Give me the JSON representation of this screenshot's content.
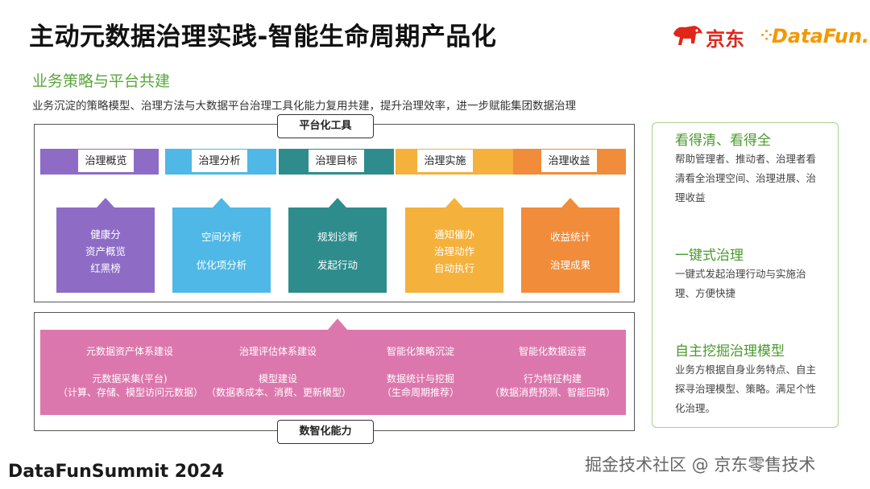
{
  "title": "主动元数据治理实践-智能生命周期产品化",
  "logos": {
    "jd": "京东",
    "datafun": "DataFun."
  },
  "subtitle": "业务策略与平台共建",
  "description": "业务沉淀的策略模型、治理方法与大数据平台治理工具化能力复用共建，提升治理效率，进一步赋能集团数据治理",
  "platform_tools": {
    "label": "平台化工具",
    "tabs": [
      {
        "label": "治理概览",
        "color": "#8e6cc6",
        "card_lines": [
          "健康分",
          "资产概览",
          "红黑榜"
        ]
      },
      {
        "label": "治理分析",
        "color": "#4fb8e6",
        "card_lines": [
          "空间分析",
          "优化项分析"
        ]
      },
      {
        "label": "治理目标",
        "color": "#2e8c8c",
        "card_lines": [
          "规划诊断",
          "发起行动"
        ]
      },
      {
        "label": "治理实施",
        "color": "#f4b13c",
        "card_lines": [
          "通知催办",
          "治理动作",
          "自动执行"
        ]
      },
      {
        "label": "治理收益",
        "color": "#f08c3a",
        "card_lines": [
          "收益统计",
          "治理成果"
        ]
      }
    ]
  },
  "capabilities": {
    "label": "数智化能力",
    "color": "#dc77ad",
    "columns": [
      {
        "heading": "元数据资产体系建设",
        "lines": [
          "元数据采集(平台)",
          "（计算、存储、模型访问元数据）"
        ]
      },
      {
        "heading": "治理评估体系建设",
        "lines": [
          "模型建设",
          "（数据表成本、消费、更新模型）"
        ]
      },
      {
        "heading": "智能化策略沉淀",
        "lines": [
          "数据统计与挖掘",
          "（生命周期推荐）"
        ]
      },
      {
        "heading": "智能化数据运营",
        "lines": [
          "行为特征构建",
          "（数据消费预测、智能回填）"
        ]
      }
    ]
  },
  "sidebar": [
    {
      "heading": "看得清、看得全",
      "text": "帮助管理者、推动者、治理者看清看全治理空间、治理进展、治理收益"
    },
    {
      "heading": "一键式治理",
      "text": "一键式发起治理行动与实施治理、方便快捷"
    },
    {
      "heading": "自主挖掘治理模型",
      "text": "业务方根据自身业务特点、自主探寻治理模型、策略。满足个性化治理。"
    }
  ],
  "footer": {
    "left": "DataFunSummit 2024",
    "right": "掘金技术社区 @ 京东零售技术"
  }
}
